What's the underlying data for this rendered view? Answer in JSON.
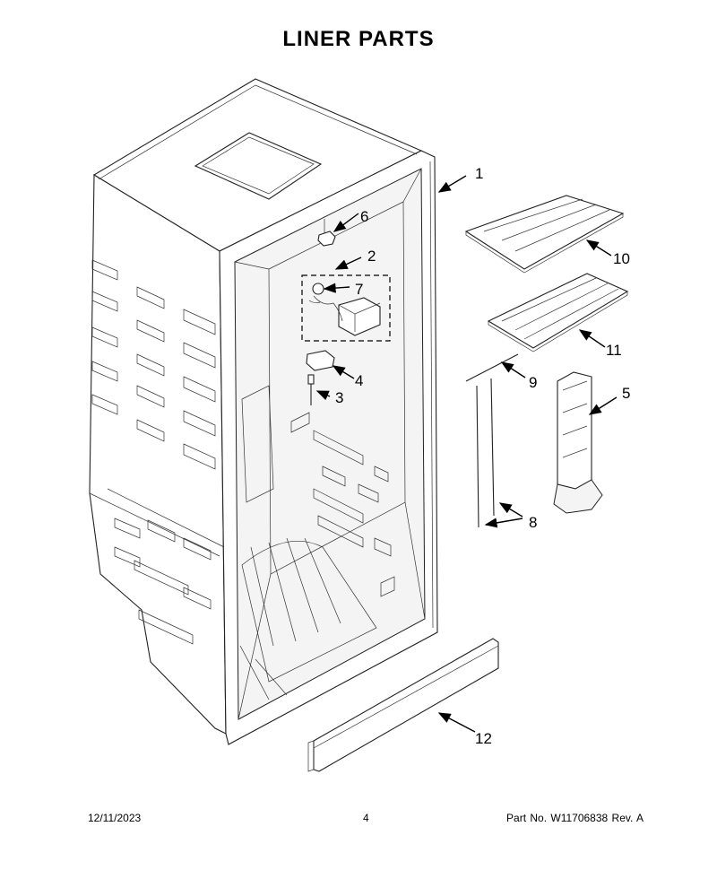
{
  "title": "LINER PARTS",
  "footer": {
    "date": "12/11/2023",
    "page": "4",
    "part_no": "Part No.  W11706838  Rev.  A"
  },
  "callouts": [
    "1",
    "2",
    "3",
    "4",
    "5",
    "6",
    "7",
    "8",
    "9",
    "10",
    "11",
    "12"
  ]
}
